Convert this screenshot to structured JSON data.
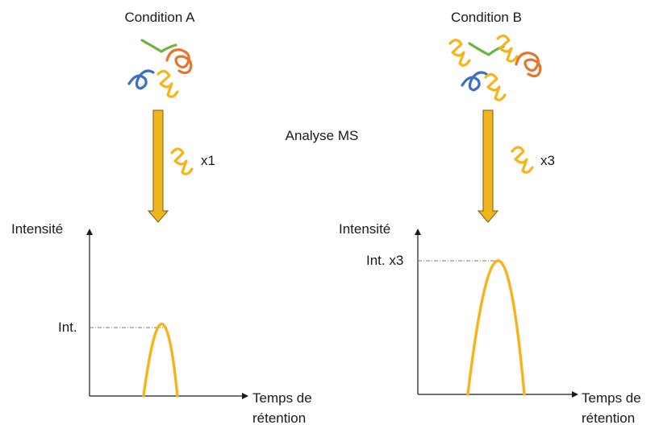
{
  "header": {
    "condition_a": "Condition A",
    "condition_b": "Condition B",
    "analysis": "Analyse MS"
  },
  "panel_a": {
    "multiplier": "x1",
    "y_axis_label": "Intensité",
    "peak_label": "Int.",
    "x_axis_label_line1": "Temps de",
    "x_axis_label_line2": "rétention",
    "relative_peak_intensity": 1
  },
  "panel_b": {
    "multiplier": "x3",
    "y_axis_label": "Intensité",
    "peak_label": "Int. x3",
    "x_axis_label_line1": "Temps de",
    "x_axis_label_line2": "rétention",
    "relative_peak_intensity": 3
  },
  "colors": {
    "peptide_yellow": "#F5B51A",
    "peptide_green": "#6DB33F",
    "peptide_orange": "#E8742C",
    "peptide_blue": "#3A6FC2",
    "arrow_fill": "#F0B41C",
    "arrow_stroke": "#7A5A10",
    "text": "#1a1a1a",
    "guide_line": "#777777"
  },
  "icons": {
    "peptide_mixture": "protein-mixture-icon",
    "single_peptide": "peptide-icon"
  }
}
